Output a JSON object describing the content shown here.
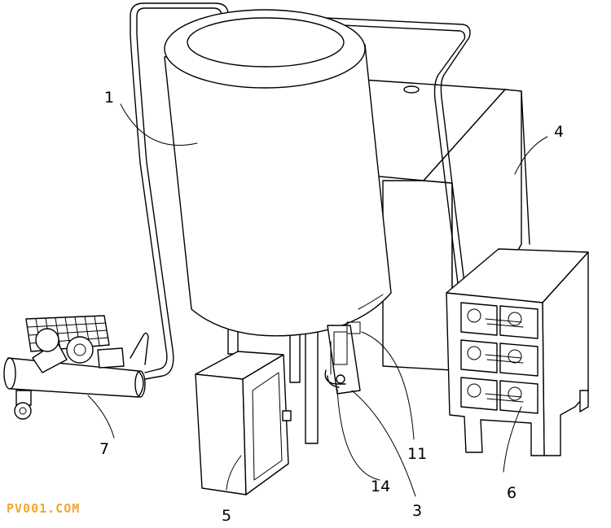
{
  "labels": {
    "tank": "1",
    "box": "4",
    "compressor": "7",
    "cabinet": "5",
    "manifold": "6",
    "pump_top": "11",
    "pump_bottom": "14",
    "valve": "3"
  },
  "watermark": {
    "text": "PV001.COM",
    "color": "#f0a830"
  }
}
